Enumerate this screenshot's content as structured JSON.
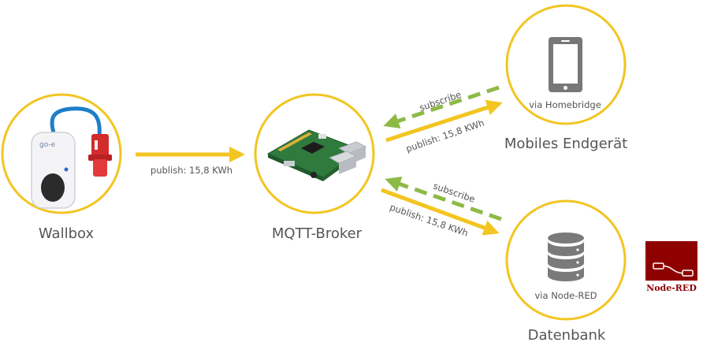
{
  "colors": {
    "circle": "#f2c521",
    "publish_arrow": "#f2c521",
    "subscribe_arrow": "#8dba46",
    "text": "#555555",
    "node_red": "#8f0000"
  },
  "nodes": {
    "wallbox": {
      "label": "Wallbox",
      "icon": "wallbox-charger-icon"
    },
    "broker": {
      "label": "MQTT-Broker",
      "icon": "raspberry-pi-board-icon"
    },
    "mobile": {
      "label": "Mobiles Endgerät",
      "inner_label": "via Homebridge",
      "icon": "smartphone-icon"
    },
    "database": {
      "label": "Datenbank",
      "inner_label": "via Node-RED",
      "icon": "database-icon"
    }
  },
  "edges": {
    "wallbox_to_broker": {
      "label": "publish: 15,8 KWh"
    },
    "broker_to_mobile": {
      "label": "publish: 15,8 KWh"
    },
    "mobile_subscribe": {
      "label": "subscribe"
    },
    "broker_to_database": {
      "label": "publish: 15,8 KWh"
    },
    "database_subscribe": {
      "label": "subscribe"
    }
  },
  "node_red_logo": {
    "label": "Node-RED",
    "icon": "node-red-flow-icon"
  }
}
